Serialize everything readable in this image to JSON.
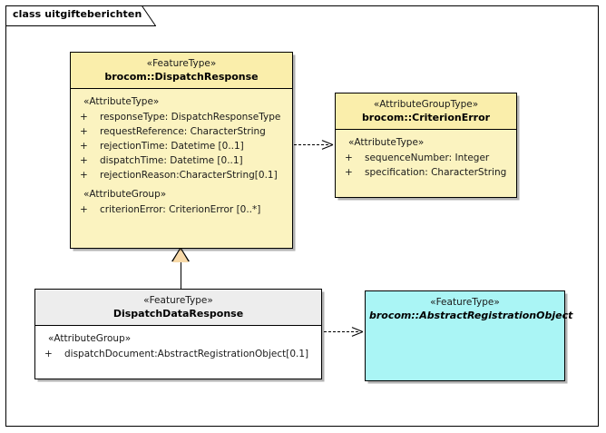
{
  "diagram": {
    "tab_label": "class uitgifteberichten",
    "background": "#ffffff",
    "frame_color": "#000000"
  },
  "colors": {
    "featuretype_fill": "#fbf3c0",
    "featuretype_head": "#faeeab",
    "greyheader_fill": "#ededed",
    "white_fill": "#ffffff",
    "abstract_fill": "#aaf5f5",
    "border": "#000000",
    "generalization_fill": "#f7d9a8"
  },
  "classes": {
    "dispatch_response": {
      "stereotype": "«FeatureType»",
      "name": "brocom::DispatchResponse",
      "groups": [
        {
          "label": "«AttributeType»",
          "attributes": [
            {
              "visibility": "+",
              "text": "responseType: DispatchResponseType"
            },
            {
              "visibility": "+",
              "text": "requestReference: CharacterString"
            },
            {
              "visibility": "+",
              "text": "rejectionTime: Datetime [0..1]"
            },
            {
              "visibility": "+",
              "text": "dispatchTime: Datetime [0..1]"
            },
            {
              "visibility": "+",
              "text": "rejectionReason:CharacterString[0.1]"
            }
          ]
        },
        {
          "label": "«AttributeGroup»",
          "attributes": [
            {
              "visibility": "+",
              "text": "criterionError: CriterionError [0..*]"
            }
          ]
        }
      ]
    },
    "criterion_error": {
      "stereotype": "«AttributeGroupType»",
      "name": "brocom::CriterionError",
      "groups": [
        {
          "label": "«AttributeType»",
          "attributes": [
            {
              "visibility": "+",
              "text": "sequenceNumber: Integer"
            },
            {
              "visibility": "+",
              "text": "specification: CharacterString"
            }
          ]
        }
      ]
    },
    "dispatch_data_response": {
      "stereotype": "«FeatureType»",
      "name": "DispatchDataResponse",
      "groups": [
        {
          "label": "«AttributeGroup»",
          "attributes": [
            {
              "visibility": "+",
              "text": "dispatchDocument:AbstractRegistrationObject[0.1]"
            }
          ]
        }
      ]
    },
    "abstract_registration_object": {
      "stereotype": "«FeatureType»",
      "name": "brocom::AbstractRegistrationObject"
    }
  },
  "connectors": [
    {
      "kind": "dependency",
      "from": "brocom::DispatchResponse",
      "to": "brocom::CriterionError",
      "style": "dashed-open-arrow"
    },
    {
      "kind": "generalization",
      "from": "DispatchDataResponse",
      "to": "brocom::DispatchResponse",
      "style": "solid-hollow-triangle"
    },
    {
      "kind": "dependency",
      "from": "DispatchDataResponse",
      "to": "brocom::AbstractRegistrationObject",
      "style": "dashed-open-arrow"
    }
  ]
}
